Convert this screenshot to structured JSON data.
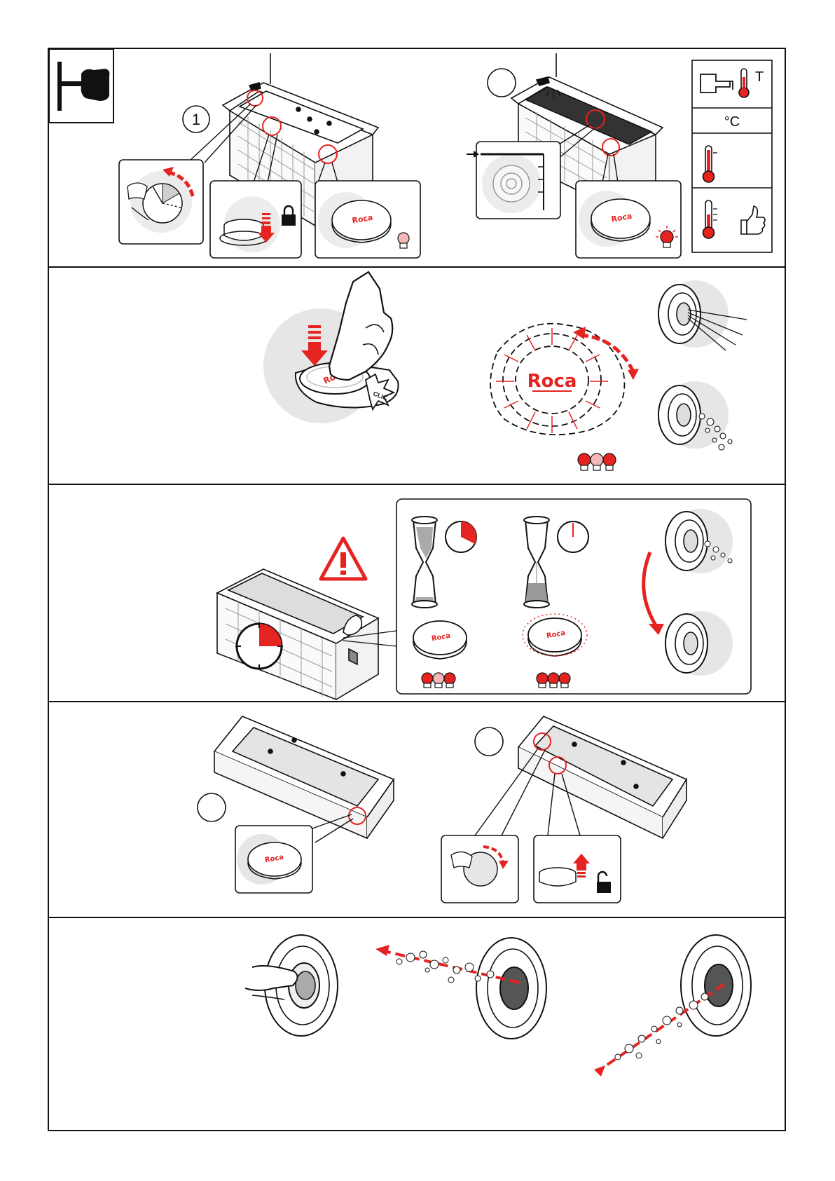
{
  "brand": "Roca",
  "clic_text": "CLIC",
  "step_numbers": [
    "1"
  ],
  "temperature": {
    "unit": "°C",
    "level_letter": "T"
  },
  "colors": {
    "accent": "#e52421",
    "line": "#111111",
    "shade": "#e6e6e6",
    "light": "#f3f3f3"
  },
  "icons": [
    "pointing-hand-icon",
    "faucet-icon",
    "thermometer-icon",
    "lock-icon",
    "unlock-icon",
    "warning-icon",
    "hourglass-icon",
    "timer-icon",
    "bulb-icon",
    "thumbs-up-icon"
  ],
  "sections": [
    "fill-and-activate",
    "button-press-jets",
    "auto-off-timer",
    "drain-and-unlock",
    "jet-adjustment"
  ]
}
